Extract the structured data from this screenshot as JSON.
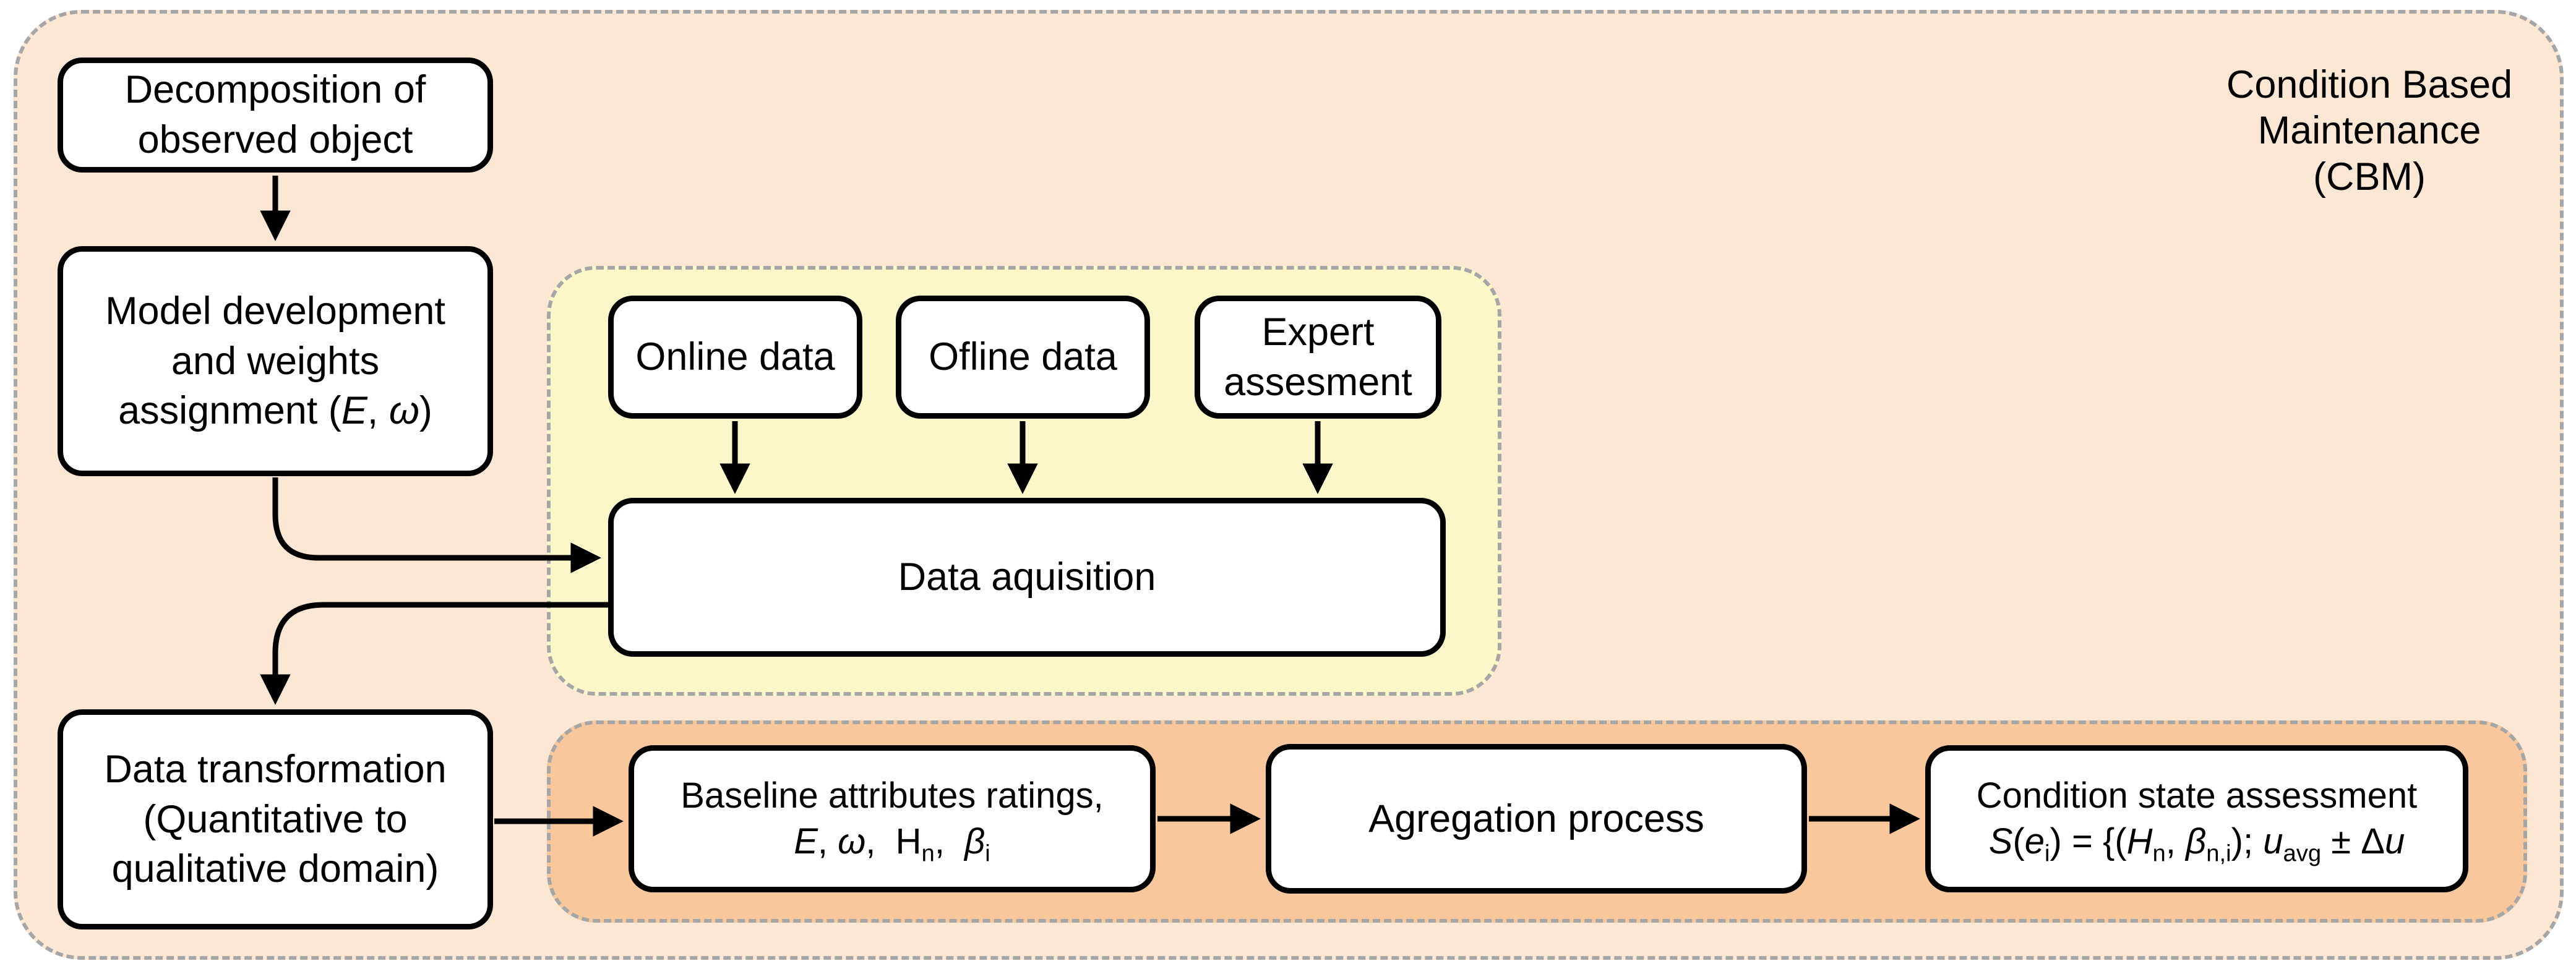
{
  "diagram_title": {
    "text": "Condition Based Maintenance (CBM)",
    "runs": [
      [
        {
          "t": "Condition Based"
        }
      ],
      [
        {
          "t": "Maintenance"
        }
      ],
      [
        {
          "t": "(CBM)"
        }
      ]
    ]
  },
  "colors": {
    "outer_region_bg": "#fce7d5",
    "data_sources_region_bg": "#fbf7c8",
    "assessment_region_bg": "#f9c79c",
    "dashed_border": "#a6a6a6",
    "node_border": "#000000",
    "node_bg": "#ffffff",
    "text": "#000000"
  },
  "nodes": {
    "decomposition": {
      "text": "Decomposition of observed object",
      "runs": [
        [
          {
            "t": "Decomposition of"
          }
        ],
        [
          {
            "t": "observed object"
          }
        ]
      ]
    },
    "model_development": {
      "text": "Model development and weights assignment (E, ω)",
      "runs": [
        [
          {
            "t": "Model development"
          }
        ],
        [
          {
            "t": "and weights"
          }
        ],
        [
          {
            "t": "assignment ("
          },
          {
            "t": "E",
            "i": true
          },
          {
            "t": ", "
          },
          {
            "t": "ω",
            "i": true
          },
          {
            "t": ")"
          }
        ]
      ]
    },
    "online_data": {
      "text": "Online data",
      "runs": [
        [
          {
            "t": "Online data"
          }
        ]
      ]
    },
    "ofline_data": {
      "text": "Ofline data",
      "runs": [
        [
          {
            "t": "Ofline data"
          }
        ]
      ]
    },
    "expert_assesment": {
      "text": "Expert assesment",
      "runs": [
        [
          {
            "t": "Expert"
          }
        ],
        [
          {
            "t": "assesment"
          }
        ]
      ]
    },
    "data_aquisition": {
      "text": "Data aquisition",
      "runs": [
        [
          {
            "t": "Data aquisition"
          }
        ]
      ]
    },
    "data_transformation": {
      "text": "Data transformation (Quantitative to qualitative domain)",
      "runs": [
        [
          {
            "t": "Data transformation"
          }
        ],
        [
          {
            "t": "(Quantitative to"
          }
        ],
        [
          {
            "t": "qualitative domain)"
          }
        ]
      ]
    },
    "baseline_ratings": {
      "text": "Baseline attributes ratings, E, ω, Hn, βi",
      "runs": [
        [
          {
            "t": "Baseline attributes ratings,"
          }
        ],
        [
          {
            "t": "E",
            "i": true
          },
          {
            "t": ", "
          },
          {
            "t": "ω",
            "i": true
          },
          {
            "t": ",  H"
          },
          {
            "t": "n",
            "s": true
          },
          {
            "t": ",  "
          },
          {
            "t": "β",
            "i": true
          },
          {
            "t": "i",
            "s": true
          }
        ]
      ]
    },
    "agregation_process": {
      "text": "Agregation process",
      "runs": [
        [
          {
            "t": "Agregation process"
          }
        ]
      ]
    },
    "condition_state": {
      "text": "Condition state assessment S(ei) = {(Hn, βn,i); uavg ± Δu",
      "runs": [
        [
          {
            "t": "Condition state assessment"
          }
        ],
        [
          {
            "t": "S",
            "i": true
          },
          {
            "t": "("
          },
          {
            "t": "e",
            "i": true
          },
          {
            "t": "i",
            "s": true
          },
          {
            "t": ") = {("
          },
          {
            "t": "H",
            "i": true
          },
          {
            "t": "n",
            "s": true
          },
          {
            "t": ", "
          },
          {
            "t": "β",
            "i": true
          },
          {
            "t": "n,i",
            "s": true
          },
          {
            "t": "); "
          },
          {
            "t": "u",
            "i": true
          },
          {
            "t": "avg",
            "s": true
          },
          {
            "t": " ± Δ"
          },
          {
            "t": "u",
            "i": true
          }
        ]
      ]
    }
  },
  "connections": [
    {
      "from": "decomposition",
      "to": "model_development"
    },
    {
      "from": "model_development",
      "to": "data_aquisition"
    },
    {
      "from": "online_data",
      "to": "data_aquisition"
    },
    {
      "from": "ofline_data",
      "to": "data_aquisition"
    },
    {
      "from": "expert_assesment",
      "to": "data_aquisition"
    },
    {
      "from": "data_aquisition",
      "to": "data_transformation"
    },
    {
      "from": "data_transformation",
      "to": "baseline_ratings"
    },
    {
      "from": "baseline_ratings",
      "to": "agregation_process"
    },
    {
      "from": "agregation_process",
      "to": "condition_state"
    }
  ]
}
